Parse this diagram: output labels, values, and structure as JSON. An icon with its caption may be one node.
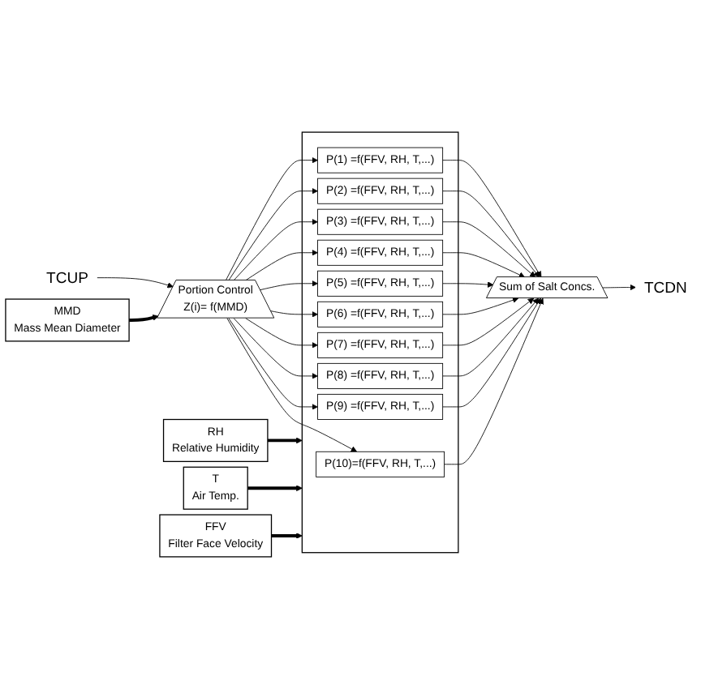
{
  "diagram": {
    "nodes": [
      {
        "text": [
          "TCUP"
        ]
      },
      {
        "text": [
          "Portion Control",
          "Z(i)= f(MMD)"
        ]
      },
      {
        "text": [],
        "shape": "box"
      },
      {
        "text": [
          "P(1) =f(FFV, RH, T,...)"
        ],
        "in": 2
      },
      {
        "text": [
          "P(2) =f(FFV, RH, T,...)"
        ],
        "in": 2
      },
      {
        "text": [
          "P(3) =f(FFV, RH, T,...)"
        ],
        "in": 2
      },
      {
        "text": [
          "P(4) =f(FFV, RH, T,...)"
        ],
        "in": 2
      },
      {
        "text": [
          "P(5) =f(FFV, RH, T,...)"
        ],
        "in": 2
      },
      {
        "text": [
          "P(6) =f(FFV, RH, T,...)"
        ],
        "in": 2
      },
      {
        "text": [
          "P(7) =f(FFV, RH, T,...)"
        ],
        "in": 2
      },
      {
        "text": [
          "P(8) =f(FFV, RH, T,...)"
        ],
        "in": 2
      },
      {
        "text": [
          "P(9) =f(FFV, RH, T,...)"
        ],
        "in": 2
      },
      {
        "text": [
          "P(10)=f(FFV, RH, T,...)"
        ],
        "in": 2
      },
      {
        "text": [
          "Sum of Salt Concs."
        ]
      },
      {
        "text": [
          "TCDN"
        ]
      },
      {
        "text": [
          "MMD",
          "Mass Mean Diameter"
        ]
      },
      {
        "text": [
          "RH",
          "Relative Humidity"
        ]
      },
      {
        "text": [
          "T",
          "Air Temp."
        ]
      },
      {
        "text": [
          "FFV",
          "Filter Face Velocity"
        ]
      }
    ],
    "edges": [
      {
        "from": 0,
        "to": 1,
        "arrow": "to"
      },
      {
        "from": 1,
        "to": 3,
        "arrow": "to"
      },
      {
        "from": 1,
        "to": 4,
        "arrow": "to"
      },
      {
        "from": 1,
        "to": 5,
        "arrow": "to"
      },
      {
        "from": 1,
        "to": 6,
        "arrow": "to"
      },
      {
        "from": 1,
        "to": 7,
        "arrow": "to"
      },
      {
        "from": 1,
        "to": 8,
        "arrow": "to"
      },
      {
        "from": 1,
        "to": 9,
        "arrow": "to"
      },
      {
        "from": 1,
        "to": 10,
        "arrow": "to"
      },
      {
        "from": 1,
        "to": 11,
        "arrow": "to"
      },
      {
        "from": 1,
        "to": 12,
        "arrow": "to"
      },
      {
        "from": 3,
        "to": 13,
        "arrow": "to"
      },
      {
        "from": 4,
        "to": 13,
        "arrow": "to"
      },
      {
        "from": 5,
        "to": 13,
        "arrow": "to"
      },
      {
        "from": 6,
        "to": 13,
        "arrow": "to"
      },
      {
        "from": 7,
        "to": 13,
        "arrow": "to"
      },
      {
        "from": 8,
        "to": 13,
        "arrow": "to"
      },
      {
        "from": 9,
        "to": 13,
        "arrow": "to"
      },
      {
        "from": 10,
        "to": 13,
        "arrow": "to"
      },
      {
        "from": 11,
        "to": 13,
        "arrow": "to"
      },
      {
        "from": 12,
        "to": 13,
        "arrow": "to"
      },
      {
        "from": 13,
        "to": 14,
        "arrow": "to"
      },
      {
        "from": 15,
        "to": 1,
        "arrow": "to",
        "style": "thick"
      },
      {
        "from": 16,
        "to": 2,
        "arrow": "to",
        "style": "thick"
      },
      {
        "from": 17,
        "to": 2,
        "arrow": "to",
        "style": "thick"
      },
      {
        "from": 18,
        "to": 2,
        "arrow": "to",
        "style": "thick"
      }
    ]
  }
}
